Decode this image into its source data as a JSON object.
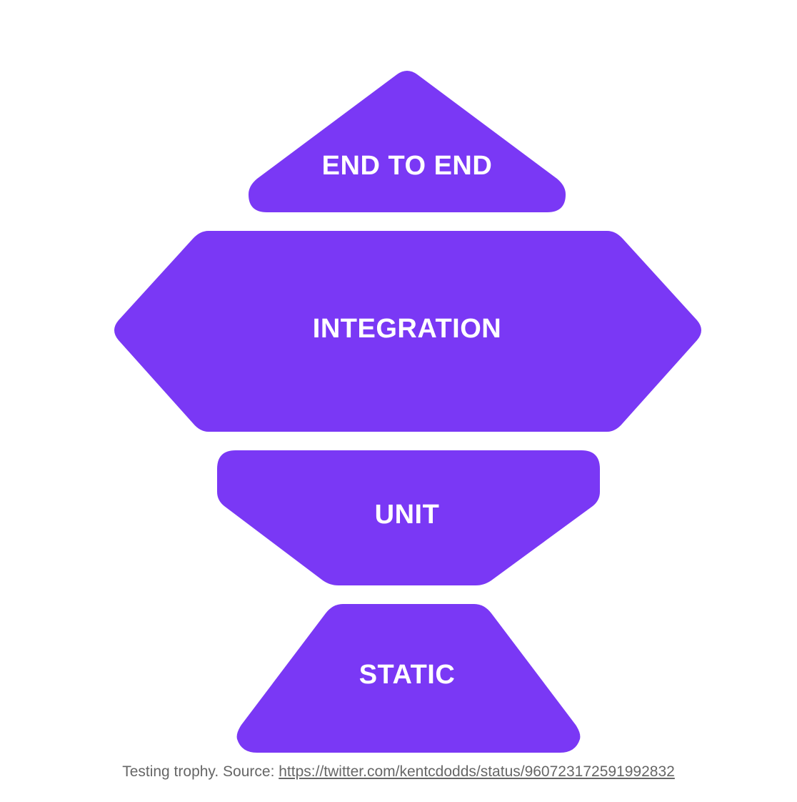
{
  "diagram": {
    "fill_color": "#7a38f5",
    "text_color": "#ffffff",
    "tiers": [
      {
        "id": "end-to-end",
        "label": "END TO END"
      },
      {
        "id": "integration",
        "label": "INTEGRATION"
      },
      {
        "id": "unit",
        "label": "UNIT"
      },
      {
        "id": "static",
        "label": "STATIC"
      }
    ]
  },
  "caption": {
    "prefix": "Testing trophy. Source: ",
    "link_text": "https://twitter.com/kentcdodds/status/960723172591992832",
    "text_color": "#666666"
  }
}
